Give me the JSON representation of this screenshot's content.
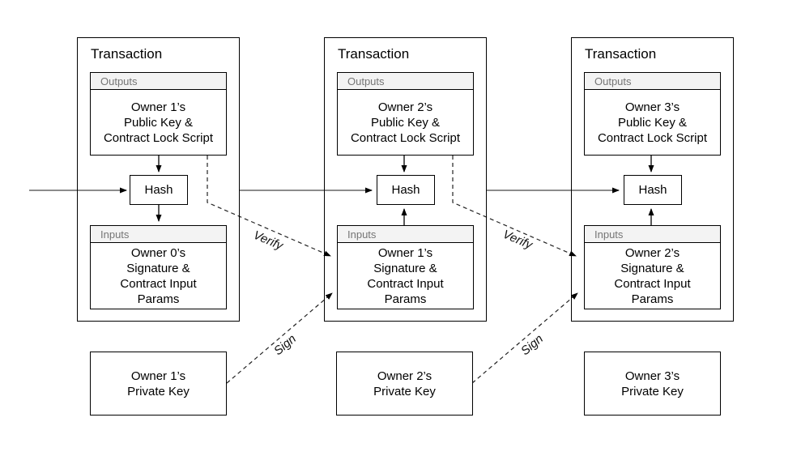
{
  "colors": {
    "border": "#000000",
    "header_bg": "#f3f3f3",
    "header_text": "#757575",
    "solid_connector": "#666666",
    "vertical_arrow": "#000000",
    "dashed_line": "#222222",
    "background": "#ffffff"
  },
  "transactions": [
    {
      "title": "Transaction",
      "outputs": {
        "label": "Outputs",
        "body": "Owner 1’s\nPublic Key &\nContract Lock Script"
      },
      "hash": "Hash",
      "inputs": {
        "label": "Inputs",
        "body": "Owner 0’s\nSignature &\nContract Input\nParams"
      },
      "private_key": "Owner 1’s\nPrivate Key"
    },
    {
      "title": "Transaction",
      "outputs": {
        "label": "Outputs",
        "body": "Owner 2’s\nPublic Key &\nContract Lock Script"
      },
      "hash": "Hash",
      "inputs": {
        "label": "Inputs",
        "body": "Owner 1’s\nSignature &\nContract Input\nParams"
      },
      "private_key": "Owner 2’s\nPrivate Key"
    },
    {
      "title": "Transaction",
      "outputs": {
        "label": "Outputs",
        "body": "Owner 3’s\nPublic Key &\nContract Lock Script"
      },
      "hash": "Hash",
      "inputs": {
        "label": "Inputs",
        "body": "Owner 2’s\nSignature &\nContract Input\nParams"
      },
      "private_key": "Owner 3’s\nPrivate Key"
    }
  ],
  "edge_labels": {
    "verify": "Verify",
    "sign": "Sign"
  }
}
